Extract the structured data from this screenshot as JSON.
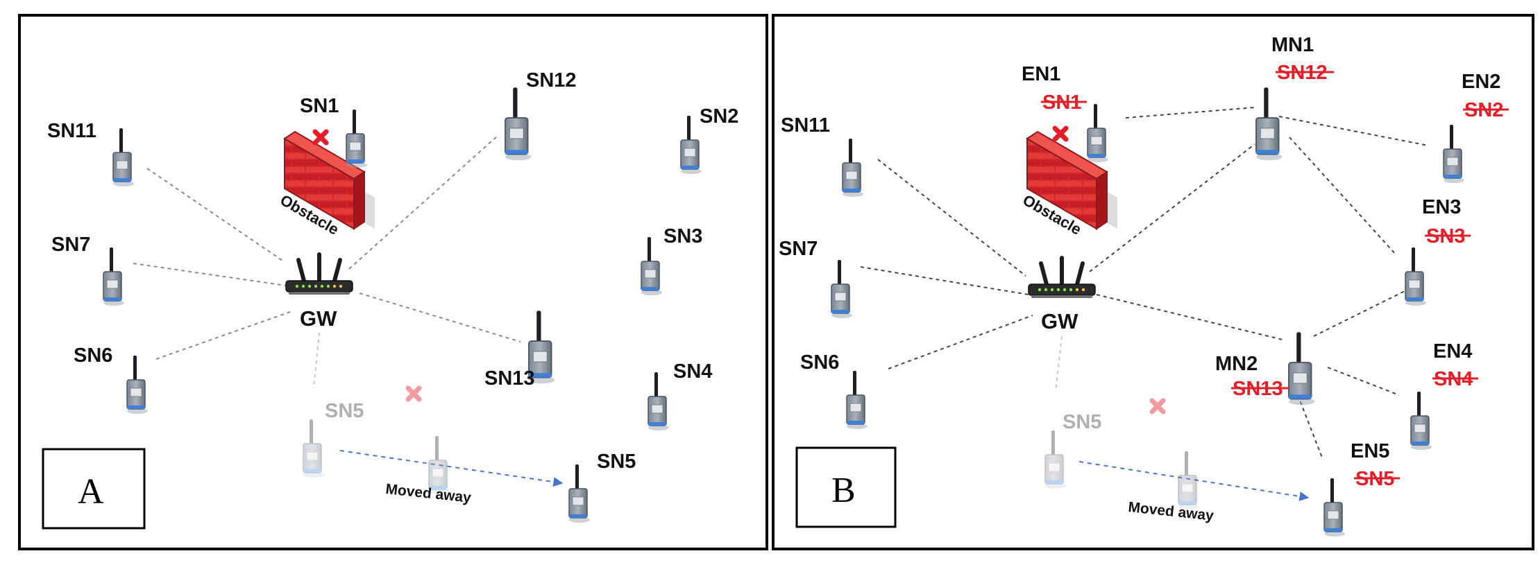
{
  "panels": [
    {
      "letter": "A",
      "gateway": "GW",
      "obstacle": "Obstacle",
      "moved": "Moved away",
      "nodes": {
        "sn11": "SN11",
        "sn1": "SN1",
        "sn12": "SN12",
        "sn2": "SN2",
        "sn7": "SN7",
        "sn3": "SN3",
        "sn6": "SN6",
        "sn13": "SN13",
        "sn4": "SN4",
        "sn5_old": "SN5",
        "sn5": "SN5"
      }
    },
    {
      "letter": "B",
      "gateway": "GW",
      "obstacle": "Obstacle",
      "moved": "Moved away",
      "nodes": {
        "sn11": "SN11",
        "sn7": "SN7",
        "sn6": "SN6",
        "sn5_old": "SN5",
        "en1": "EN1",
        "en1_old": "SN1",
        "mn1": "MN1",
        "mn1_old": "SN12",
        "en2": "EN2",
        "en2_old": "SN2",
        "en3": "EN3",
        "en3_old": "SN3",
        "en4": "EN4",
        "en4_old": "SN4",
        "mn2": "MN2",
        "mn2_old": "SN13",
        "en5": "EN5",
        "en5_old": "SN5"
      }
    }
  ],
  "colors": {
    "strike": "#e3202a",
    "faded": "#b0b0b0",
    "link": "#555555",
    "arrow": "#4a74c9"
  }
}
